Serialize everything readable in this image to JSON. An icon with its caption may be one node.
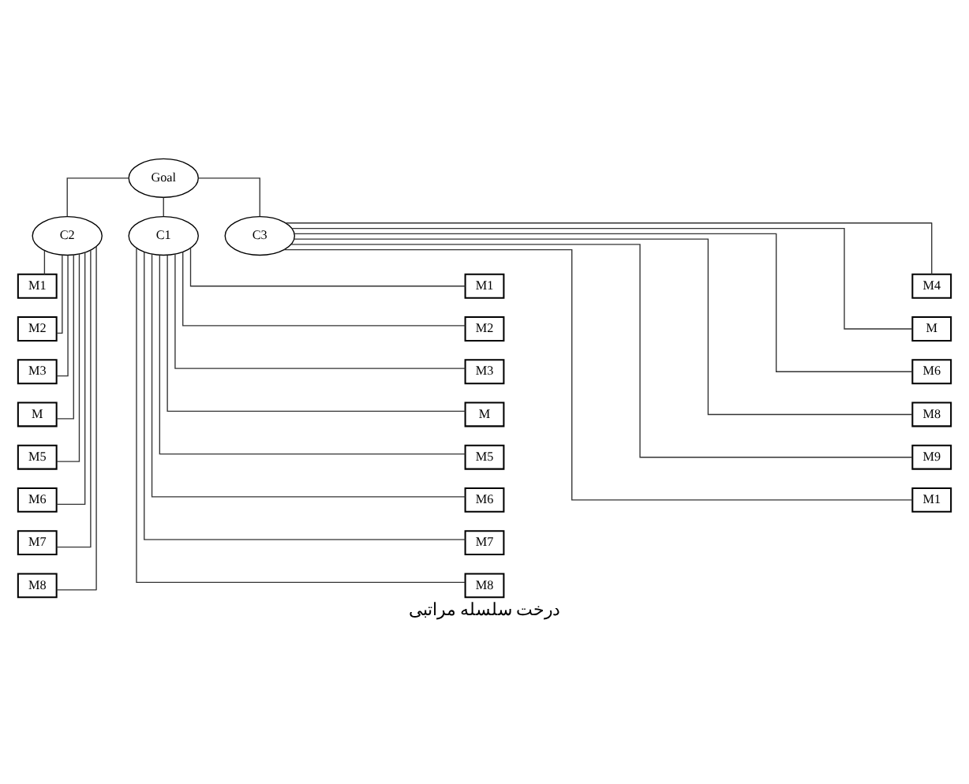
{
  "diagram": {
    "caption": "درخت سلسله مراتبی",
    "nodes": [
      {
        "text": [
          "Goal"
        ]
      },
      {
        "text": [
          "C2"
        ]
      },
      {
        "text": [
          "C1"
        ]
      },
      {
        "text": [
          "C3"
        ]
      },
      {
        "text": [
          "M1"
        ]
      },
      {
        "text": [
          "M2"
        ]
      },
      {
        "text": [
          "M3"
        ]
      },
      {
        "text": [
          "M"
        ]
      },
      {
        "text": [
          "M5"
        ]
      },
      {
        "text": [
          "M6"
        ]
      },
      {
        "text": [
          "M7"
        ]
      },
      {
        "text": [
          "M8"
        ]
      },
      {
        "text": [
          "M1"
        ]
      },
      {
        "text": [
          "M2"
        ]
      },
      {
        "text": [
          "M3"
        ]
      },
      {
        "text": [
          "M"
        ]
      },
      {
        "text": [
          "M5"
        ]
      },
      {
        "text": [
          "M6"
        ]
      },
      {
        "text": [
          "M7"
        ]
      },
      {
        "text": [
          "M8"
        ]
      },
      {
        "text": [
          "M4"
        ]
      },
      {
        "text": [
          "M"
        ]
      },
      {
        "text": [
          "M6"
        ]
      },
      {
        "text": [
          "M8"
        ]
      },
      {
        "text": [
          "M9"
        ]
      },
      {
        "text": [
          "M1"
        ]
      }
    ],
    "edges": [
      {
        "from": 0,
        "to": 1,
        "arrow": "none"
      },
      {
        "from": 0,
        "to": 2,
        "arrow": "none"
      },
      {
        "from": 0,
        "to": 3,
        "arrow": "none"
      },
      {
        "from": 1,
        "to": 4,
        "arrow": "none"
      },
      {
        "from": 1,
        "to": 5,
        "arrow": "none"
      },
      {
        "from": 1,
        "to": 6,
        "arrow": "none"
      },
      {
        "from": 1,
        "to": 7,
        "arrow": "none"
      },
      {
        "from": 1,
        "to": 8,
        "arrow": "none"
      },
      {
        "from": 1,
        "to": 9,
        "arrow": "none"
      },
      {
        "from": 1,
        "to": 10,
        "arrow": "none"
      },
      {
        "from": 1,
        "to": 11,
        "arrow": "none"
      },
      {
        "from": 2,
        "to": 12,
        "arrow": "none"
      },
      {
        "from": 2,
        "to": 13,
        "arrow": "none"
      },
      {
        "from": 2,
        "to": 14,
        "arrow": "none"
      },
      {
        "from": 2,
        "to": 15,
        "arrow": "none"
      },
      {
        "from": 2,
        "to": 16,
        "arrow": "none"
      },
      {
        "from": 2,
        "to": 17,
        "arrow": "none"
      },
      {
        "from": 2,
        "to": 18,
        "arrow": "none"
      },
      {
        "from": 2,
        "to": 19,
        "arrow": "none"
      },
      {
        "from": 3,
        "to": 20,
        "arrow": "none"
      },
      {
        "from": 3,
        "to": 21,
        "arrow": "none"
      },
      {
        "from": 3,
        "to": 22,
        "arrow": "none"
      },
      {
        "from": 3,
        "to": 23,
        "arrow": "none"
      },
      {
        "from": 3,
        "to": 24,
        "arrow": "none"
      },
      {
        "from": 3,
        "to": 25,
        "arrow": "none"
      }
    ]
  }
}
